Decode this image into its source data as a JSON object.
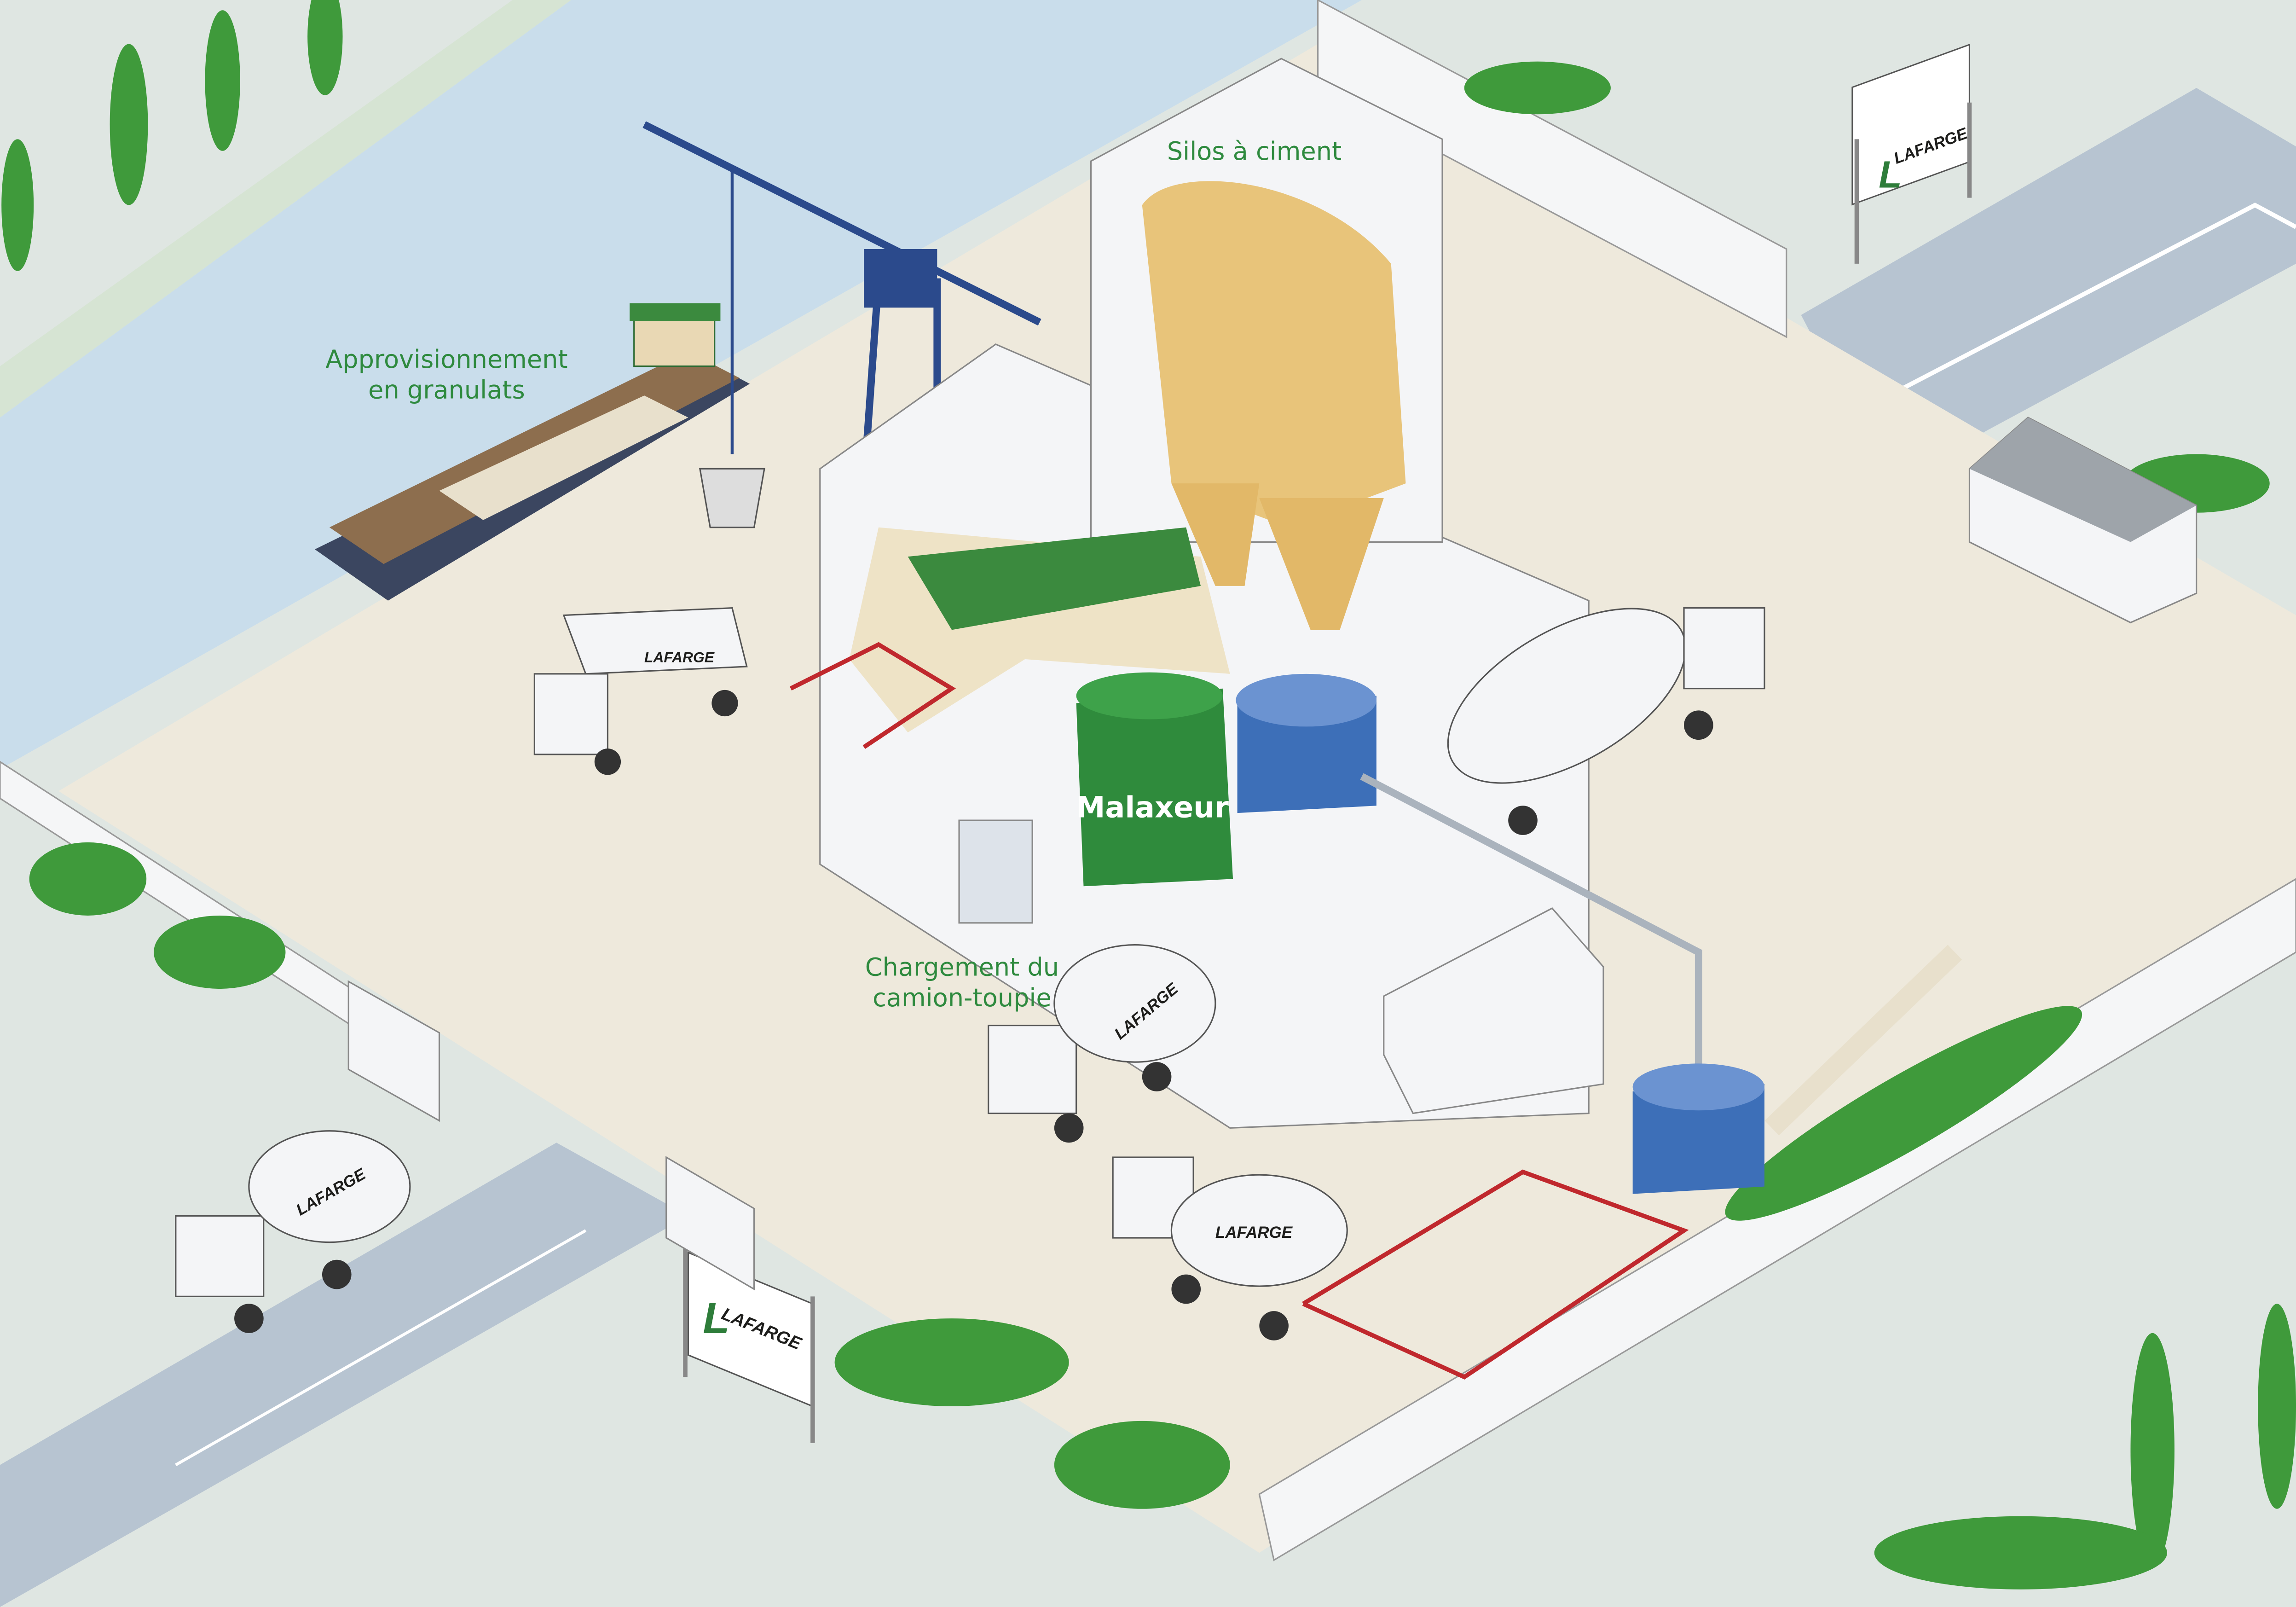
{
  "labels": {
    "silos": "Silos à ciment",
    "supply_line1": "Approvisionnement",
    "supply_line2": "en granulats",
    "mixer": "Malaxeur",
    "loading_line1": "Chargement du",
    "loading_line2": "camion-toupie"
  },
  "brand": {
    "name": "LAFARGE",
    "logo_letter": "L"
  },
  "colors": {
    "label_green": "#2e8a3e",
    "river": "#c9ddeb",
    "platform": "#eee9dc",
    "ground": "#dfe6e2",
    "road": "#b7c4d1",
    "building": "#f4f5f7",
    "silo": "#e8c47a",
    "mixer": "#2f8b3c",
    "tank": "#3d6fb8",
    "crane": "#2b4a8c",
    "railing": "#c0282d"
  }
}
